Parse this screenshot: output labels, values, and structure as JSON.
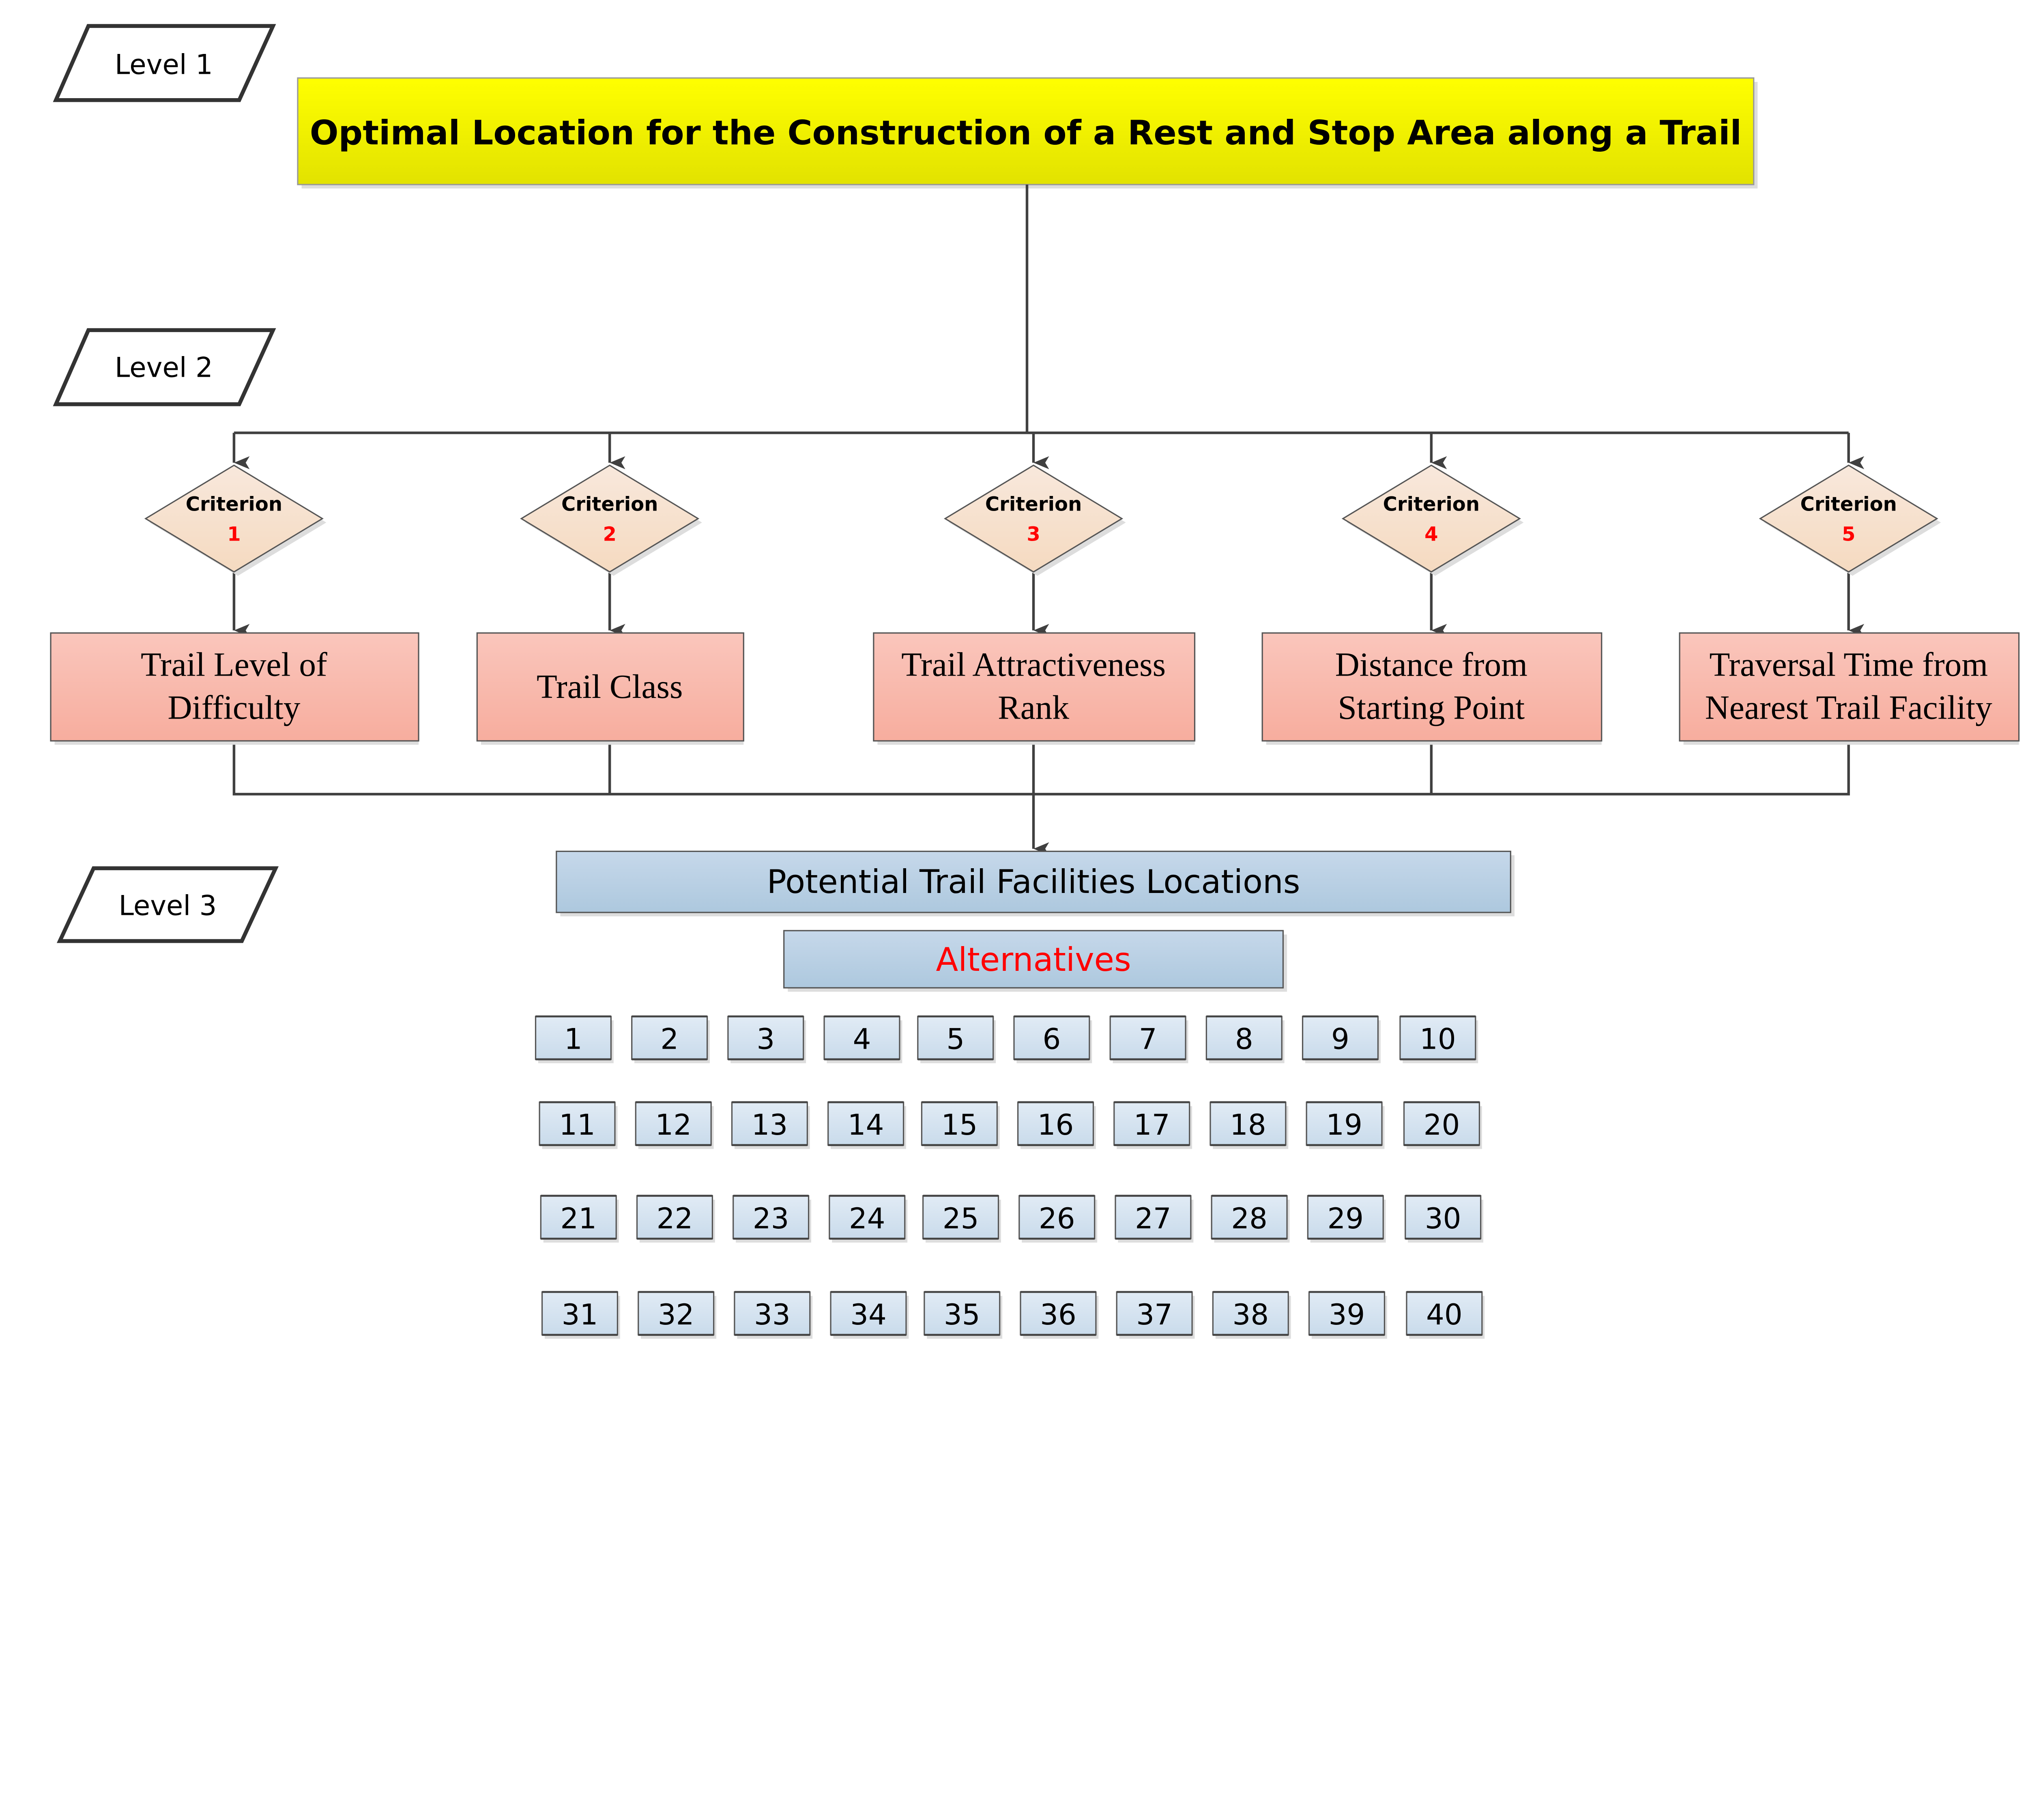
{
  "levels": [
    "Level 1",
    "Level 2",
    "Level 3"
  ],
  "goal": "Optimal Location for the Construction of a Rest and Stop Area along a Trail",
  "criteria": [
    {
      "label": "Criterion",
      "number": "1",
      "name_lines": [
        "Trail Level of",
        "Difficulty"
      ]
    },
    {
      "label": "Criterion",
      "number": "2",
      "name_lines": [
        "Trail Class"
      ]
    },
    {
      "label": "Criterion",
      "number": "3",
      "name_lines": [
        "Trail Attractiveness",
        "Rank"
      ]
    },
    {
      "label": "Criterion",
      "number": "4",
      "name_lines": [
        "Distance from",
        "Starting Point"
      ]
    },
    {
      "label": "Criterion",
      "number": "5",
      "name_lines": [
        "Traversal Time from",
        "Nearest Trail Facility"
      ]
    }
  ],
  "locations_title": "Potential Trail Facilities Locations",
  "alternatives_title": "Alternatives",
  "alternatives": [
    [
      "1",
      "2",
      "3",
      "4",
      "5",
      "6",
      "7",
      "8",
      "9",
      "10"
    ],
    [
      "11",
      "12",
      "13",
      "14",
      "15",
      "16",
      "17",
      "18",
      "19",
      "20"
    ],
    [
      "21",
      "22",
      "23",
      "24",
      "25",
      "26",
      "27",
      "28",
      "29",
      "30"
    ],
    [
      "31",
      "32",
      "33",
      "34",
      "35",
      "36",
      "37",
      "38",
      "39",
      "40"
    ]
  ],
  "colors": {
    "goal_fill": "#f2f200",
    "diamond_fill": "#f7e2cc",
    "criterion_box_fill": "#f9b8a8",
    "blue_box_fill": "#bdd3e6",
    "criterion_number": "#ff0000",
    "alternatives_title": "#ff0000",
    "connector": "#404040"
  }
}
